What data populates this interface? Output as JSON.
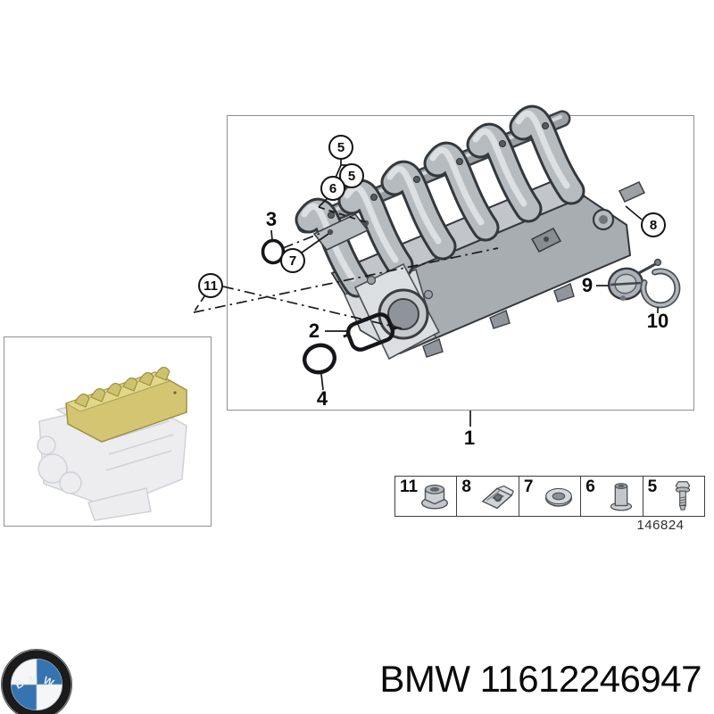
{
  "branding": {
    "logo_letters": "BMW",
    "part_label": "BMW 11612246947",
    "roundel_blue": "#3573b1"
  },
  "diagram": {
    "drawing_number": "146824",
    "subject": "intake-manifold-parts-diagram",
    "callouts": [
      {
        "label": "5",
        "style": "circled"
      },
      {
        "label": "5",
        "style": "circled"
      },
      {
        "label": "6",
        "style": "circled"
      },
      {
        "label": "3",
        "style": "plain"
      },
      {
        "label": "7",
        "style": "circled"
      },
      {
        "label": "11",
        "style": "circled"
      },
      {
        "label": "2",
        "style": "plain"
      },
      {
        "label": "4",
        "style": "plain"
      },
      {
        "label": "1",
        "style": "plain"
      },
      {
        "label": "8",
        "style": "circled"
      },
      {
        "label": "9",
        "style": "plain"
      },
      {
        "label": "10",
        "style": "plain"
      }
    ],
    "legend_items": [
      {
        "label": "11",
        "icon": "flange-nut"
      },
      {
        "label": "8",
        "icon": "clip-nut"
      },
      {
        "label": "7",
        "icon": "seal-ring"
      },
      {
        "label": "6",
        "icon": "spacer-sleeve"
      },
      {
        "label": "5",
        "icon": "hex-bolt"
      }
    ],
    "colors": {
      "box_border": "#8d9094",
      "legend_border": "#3e3e3e",
      "inset_highlight": "#d3c572",
      "line_color": "#1a1a1a"
    }
  }
}
